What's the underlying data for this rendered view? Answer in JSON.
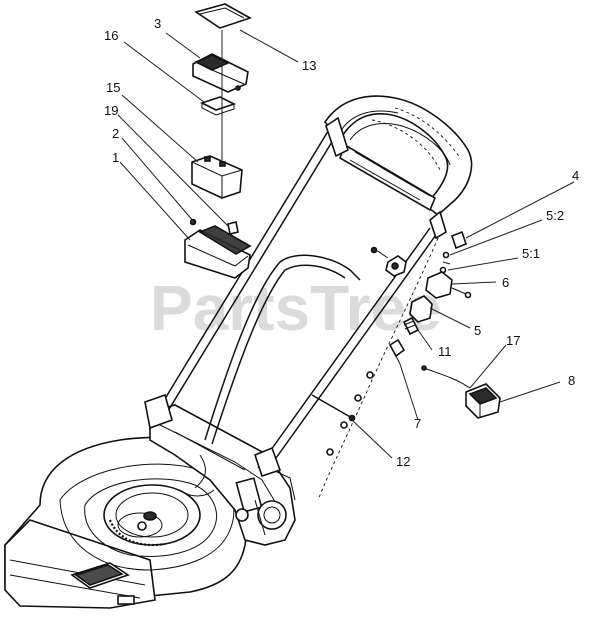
{
  "watermark": "PartsTree",
  "callouts": {
    "c1": "1",
    "c2": "2",
    "c3": "3",
    "c4": "4",
    "c5": "5",
    "c5_1": "5:1",
    "c5_2": "5:2",
    "c6": "6",
    "c7": "7",
    "c8": "8",
    "c11": "11",
    "c12": "12",
    "c13": "13",
    "c15": "15",
    "c16": "16",
    "c17": "17",
    "c19": "19"
  },
  "colors": {
    "line": "#111111",
    "watermark": "#cfcfcf",
    "background": "#ffffff"
  }
}
